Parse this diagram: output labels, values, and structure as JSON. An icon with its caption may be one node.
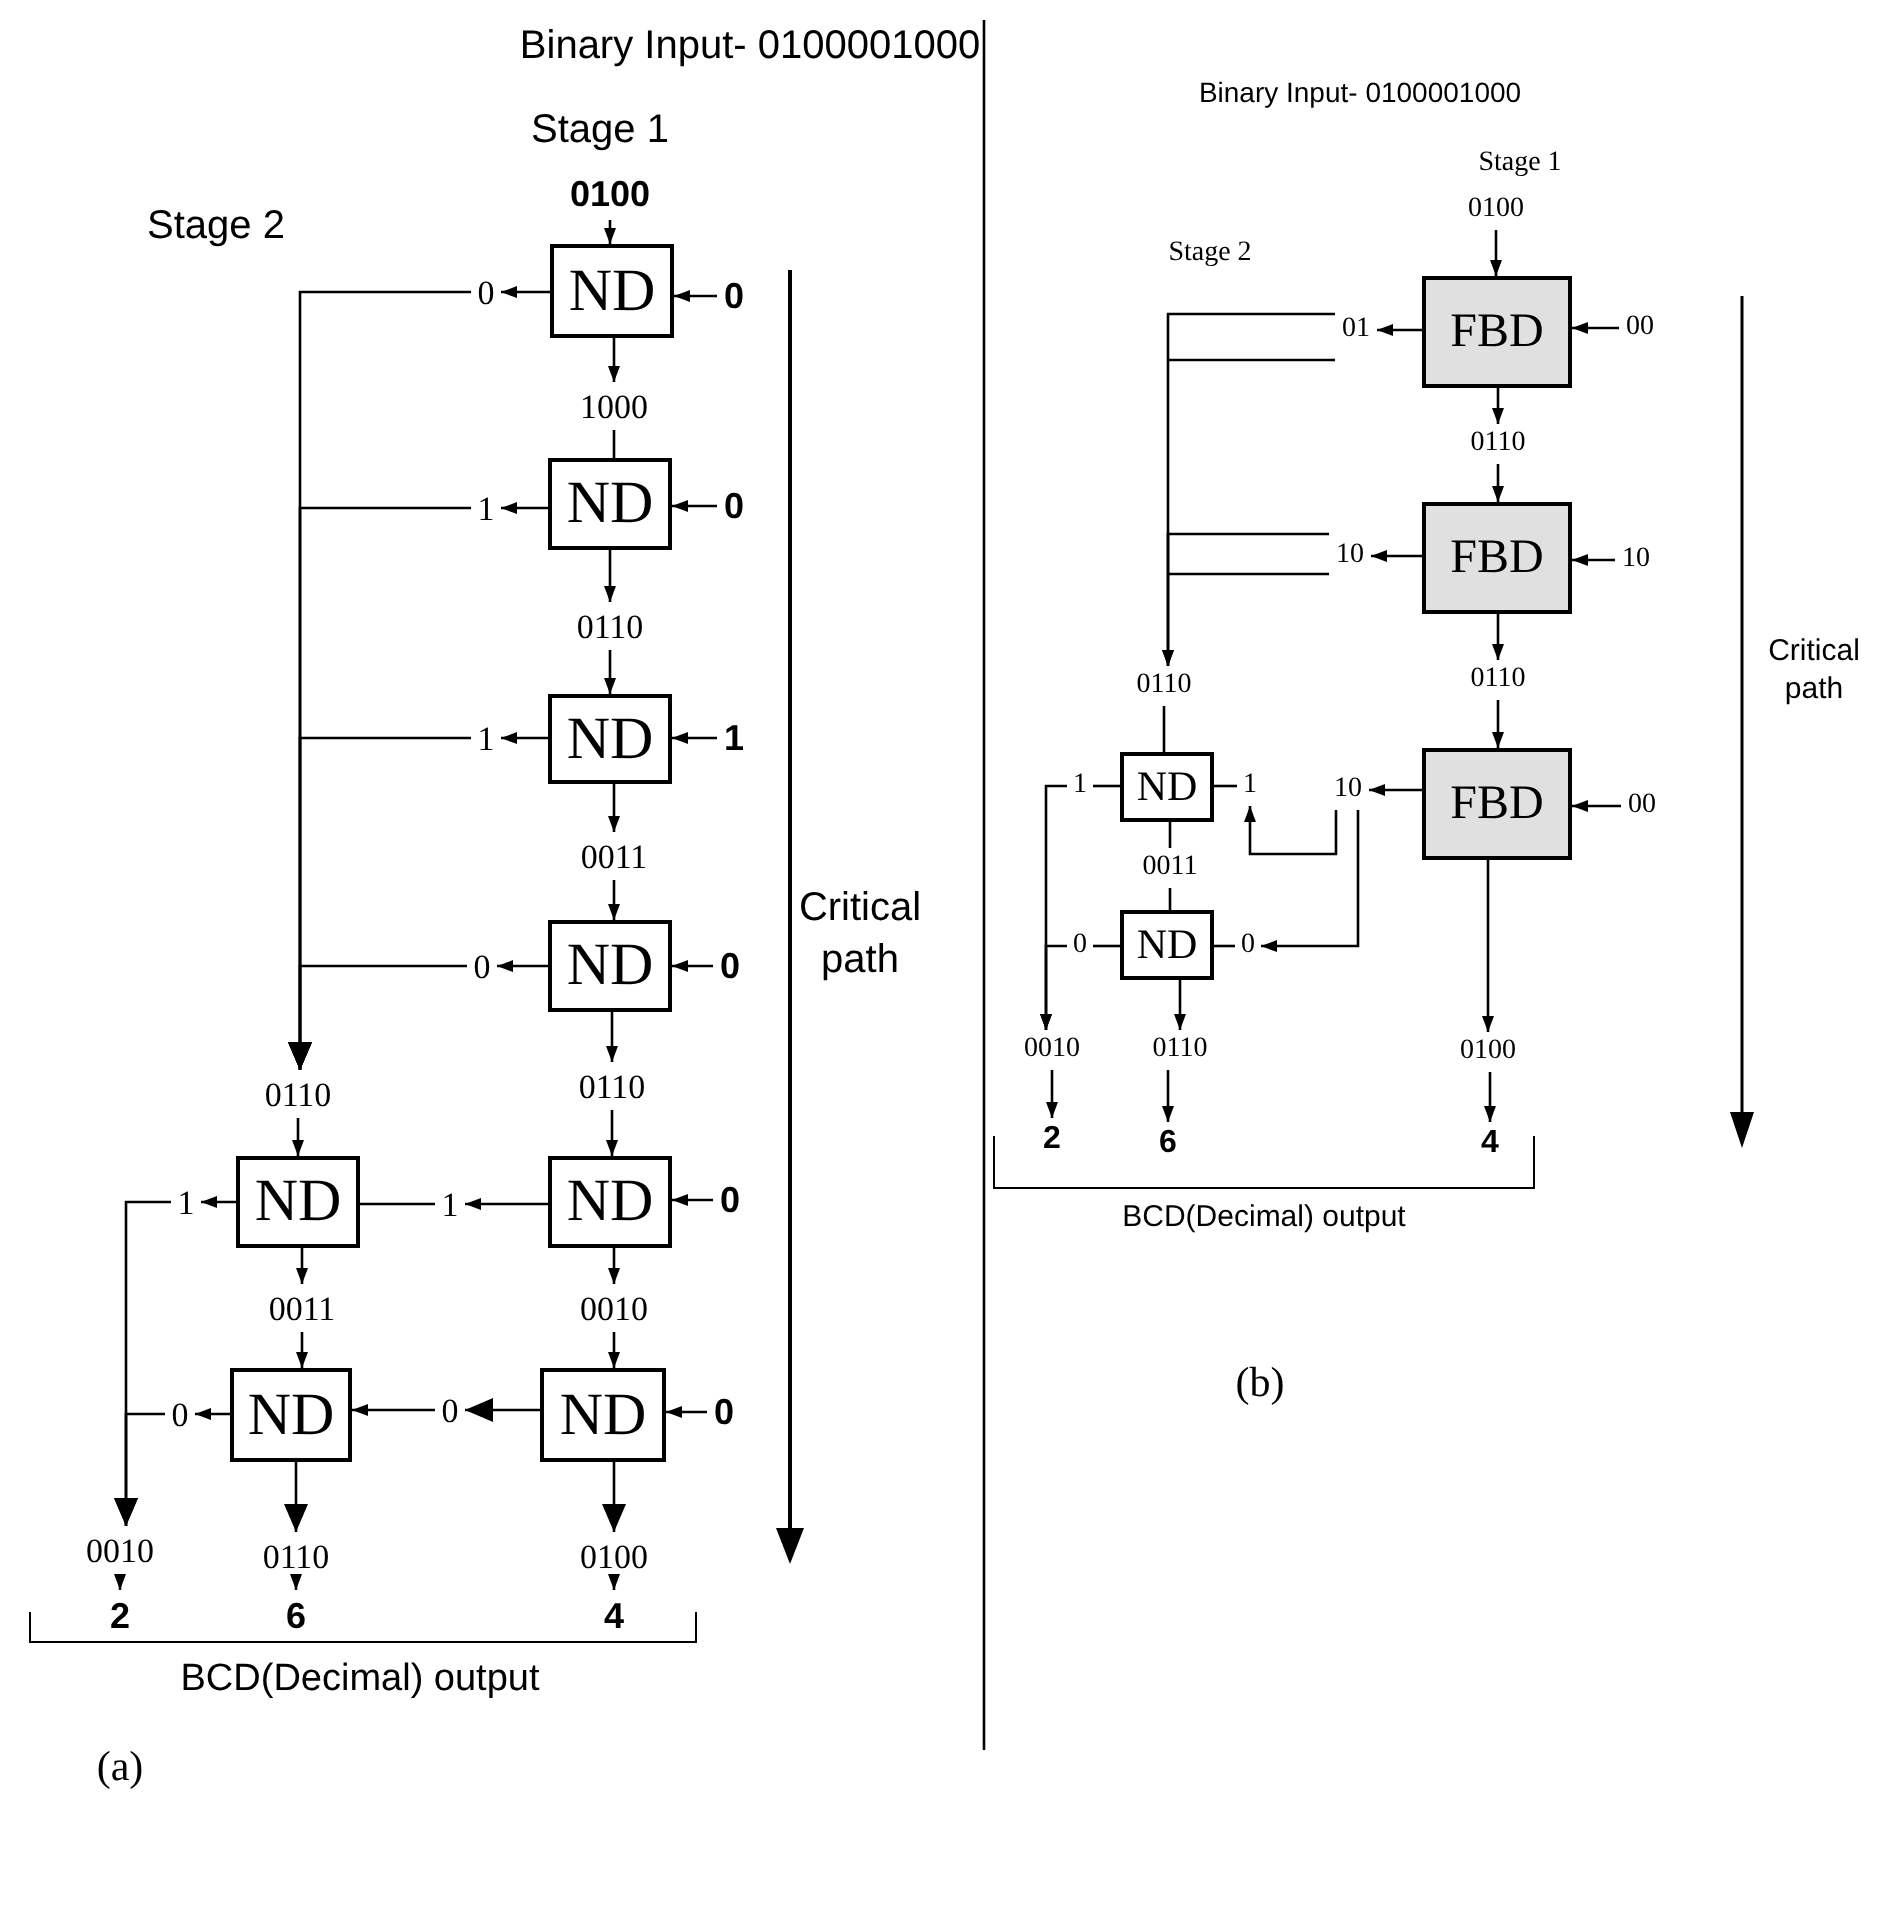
{
  "diagram": {
    "nodes": [
      {
        "text": [
          "0100"
        ]
      },
      {
        "text": [
          "ND"
        ]
      },
      {
        "text": [
          "0"
        ]
      },
      {
        "text": [
          "0"
        ]
      },
      {
        "text": [
          "1000"
        ]
      },
      {
        "text": [
          "ND"
        ]
      },
      {
        "text": [
          "1"
        ]
      },
      {
        "text": [
          "0"
        ]
      },
      {
        "text": [
          "0110"
        ]
      },
      {
        "text": [
          "ND"
        ]
      },
      {
        "text": [
          "1"
        ]
      },
      {
        "text": [
          "1"
        ]
      },
      {
        "text": [
          "0011"
        ]
      },
      {
        "text": [
          "ND"
        ]
      },
      {
        "text": [
          "0"
        ]
      },
      {
        "text": [
          "0"
        ]
      },
      {
        "text": [
          "0110"
        ]
      },
      {
        "text": [
          "0110"
        ]
      },
      {
        "text": [
          "ND"
        ]
      },
      {
        "text": [
          "1"
        ]
      },
      {
        "text": [
          "1"
        ]
      },
      {
        "text": [
          "ND"
        ]
      },
      {
        "text": [
          "0"
        ]
      },
      {
        "text": [
          "0011"
        ]
      },
      {
        "text": [
          "0010"
        ]
      },
      {
        "text": [
          "ND"
        ]
      },
      {
        "text": [
          "0"
        ]
      },
      {
        "text": [
          "0"
        ]
      },
      {
        "text": [
          "ND"
        ]
      },
      {
        "text": [
          "0"
        ]
      },
      {
        "text": [
          "0010"
        ]
      },
      {
        "text": [
          "0110"
        ]
      },
      {
        "text": [
          "0100"
        ]
      },
      {
        "text": [
          "2"
        ]
      },
      {
        "text": [
          "6"
        ]
      },
      {
        "text": [
          "4"
        ]
      },
      {
        "text": [
          "0100"
        ]
      },
      {
        "text": [
          "FBD"
        ]
      },
      {
        "text": [
          "01"
        ]
      },
      {
        "text": [
          "00"
        ]
      },
      {
        "text": [
          "0110"
        ]
      },
      {
        "text": [
          "FBD"
        ]
      },
      {
        "text": [
          "10"
        ]
      },
      {
        "text": [
          "10"
        ]
      },
      {
        "text": [
          "0110"
        ]
      },
      {
        "text": [
          "0110"
        ]
      },
      {
        "text": [
          "ND"
        ]
      },
      {
        "text": [
          "1"
        ]
      },
      {
        "text": [
          "1"
        ]
      },
      {
        "text": [
          "10"
        ]
      },
      {
        "text": [
          "FBD"
        ]
      },
      {
        "text": [
          "00"
        ]
      },
      {
        "text": [
          "0011"
        ]
      },
      {
        "text": [
          "ND"
        ]
      },
      {
        "text": [
          "0"
        ]
      },
      {
        "text": [
          "0"
        ]
      },
      {
        "text": [
          "0010"
        ]
      },
      {
        "text": [
          "0110"
        ]
      },
      {
        "text": [
          "0100"
        ]
      },
      {
        "text": [
          "2"
        ]
      },
      {
        "text": [
          "6"
        ]
      },
      {
        "text": [
          "4"
        ]
      }
    ],
    "edges": [
      {
        "from": 0,
        "to": 1,
        "arrow": "to"
      },
      {
        "from": 1,
        "to": 2,
        "arrow": "to"
      },
      {
        "from": 3,
        "to": 1,
        "arrow": "to"
      },
      {
        "from": 1,
        "to": 4,
        "arrow": "to"
      },
      {
        "from": 4,
        "to": 5,
        "arrow": "none"
      },
      {
        "from": 5,
        "to": 6,
        "arrow": "to"
      },
      {
        "from": 7,
        "to": 5,
        "arrow": "to"
      },
      {
        "from": 5,
        "to": 8,
        "arrow": "to"
      },
      {
        "from": 8,
        "to": 9,
        "arrow": "to"
      },
      {
        "from": 9,
        "to": 10,
        "arrow": "to"
      },
      {
        "from": 11,
        "to": 9,
        "arrow": "to"
      },
      {
        "from": 9,
        "to": 12,
        "arrow": "to"
      },
      {
        "from": 12,
        "to": 13,
        "arrow": "to"
      },
      {
        "from": 13,
        "to": 14,
        "arrow": "to"
      },
      {
        "from": 15,
        "to": 13,
        "arrow": "to"
      },
      {
        "from": 13,
        "to": 17,
        "arrow": "to"
      },
      {
        "from": 2,
        "to": 16,
        "arrow": "to"
      },
      {
        "from": 6,
        "to": 16,
        "arrow": "to"
      },
      {
        "from": 10,
        "to": 16,
        "arrow": "to"
      },
      {
        "from": 14,
        "to": 16,
        "arrow": "to"
      },
      {
        "from": 17,
        "to": 21,
        "arrow": "to"
      },
      {
        "from": 16,
        "to": 18,
        "arrow": "to"
      },
      {
        "from": 21,
        "to": 20,
        "arrow": "to"
      },
      {
        "from": 20,
        "to": 18,
        "arrow": "none"
      },
      {
        "from": 22,
        "to": 21,
        "arrow": "to"
      },
      {
        "from": 18,
        "to": 19,
        "arrow": "to"
      },
      {
        "from": 19,
        "to": 30,
        "arrow": "to"
      },
      {
        "from": 18,
        "to": 23,
        "arrow": "to"
      },
      {
        "from": 21,
        "to": 24,
        "arrow": "to"
      },
      {
        "from": 23,
        "to": 25,
        "arrow": "to"
      },
      {
        "from": 24,
        "to": 28,
        "arrow": "to"
      },
      {
        "from": 28,
        "to": 27,
        "arrow": "to"
      },
      {
        "from": 27,
        "to": 25,
        "arrow": "to"
      },
      {
        "from": 29,
        "to": 28,
        "arrow": "to"
      },
      {
        "from": 25,
        "to": 26,
        "arrow": "to"
      },
      {
        "from": 26,
        "to": 30,
        "arrow": "to"
      },
      {
        "from": 25,
        "to": 31,
        "arrow": "to"
      },
      {
        "from": 28,
        "to": 32,
        "arrow": "to"
      },
      {
        "from": 30,
        "to": 33,
        "arrow": "to"
      },
      {
        "from": 31,
        "to": 34,
        "arrow": "to"
      },
      {
        "from": 32,
        "to": 35,
        "arrow": "to"
      },
      {
        "from": 36,
        "to": 37,
        "arrow": "to"
      },
      {
        "from": 37,
        "to": 38,
        "arrow": "to"
      },
      {
        "from": 39,
        "to": 37,
        "arrow": "to"
      },
      {
        "from": 37,
        "to": 40,
        "arrow": "to"
      },
      {
        "from": 40,
        "to": 41,
        "arrow": "to"
      },
      {
        "from": 41,
        "to": 42,
        "arrow": "to"
      },
      {
        "from": 43,
        "to": 41,
        "arrow": "to"
      },
      {
        "from": 41,
        "to": 45,
        "arrow": "to"
      },
      {
        "from": 45,
        "to": 50,
        "arrow": "to"
      },
      {
        "from": 38,
        "to": 44,
        "arrow": "to"
      },
      {
        "from": 42,
        "to": 44,
        "arrow": "to"
      },
      {
        "from": 50,
        "to": 49,
        "arrow": "to"
      },
      {
        "from": 51,
        "to": 50,
        "arrow": "to"
      },
      {
        "from": 44,
        "to": 46,
        "arrow": "none"
      },
      {
        "from": 46,
        "to": 47,
        "arrow": "none"
      },
      {
        "from": 47,
        "to": 56,
        "arrow": "to"
      },
      {
        "from": 48,
        "to": 46,
        "arrow": "none"
      },
      {
        "from": 49,
        "to": 48,
        "arrow": "to"
      },
      {
        "from": 46,
        "to": 52,
        "arrow": "none"
      },
      {
        "from": 52,
        "to": 53,
        "arrow": "none"
      },
      {
        "from": 53,
        "to": 54,
        "arrow": "none"
      },
      {
        "from": 54,
        "to": 56,
        "arrow": "to"
      },
      {
        "from": 53,
        "to": 55,
        "arrow": "none"
      },
      {
        "from": 49,
        "to": 55,
        "arrow": "to"
      },
      {
        "from": 53,
        "to": 57,
        "arrow": "to"
      },
      {
        "from": 50,
        "to": 58,
        "arrow": "to"
      },
      {
        "from": 56,
        "to": 59,
        "arrow": "to"
      },
      {
        "from": 57,
        "to": 60,
        "arrow": "to"
      },
      {
        "from": 58,
        "to": 61,
        "arrow": "to"
      }
    ],
    "labels": [
      "Binary Input- 0100001000",
      "Stage 1",
      "Stage 2",
      "Critical path",
      "BCD(Decimal) output",
      "(a)",
      "Binary Input- 0100001000",
      "Stage 1",
      "Stage 2",
      "Critical path",
      "BCD(Decimal) output",
      "(b)"
    ]
  }
}
